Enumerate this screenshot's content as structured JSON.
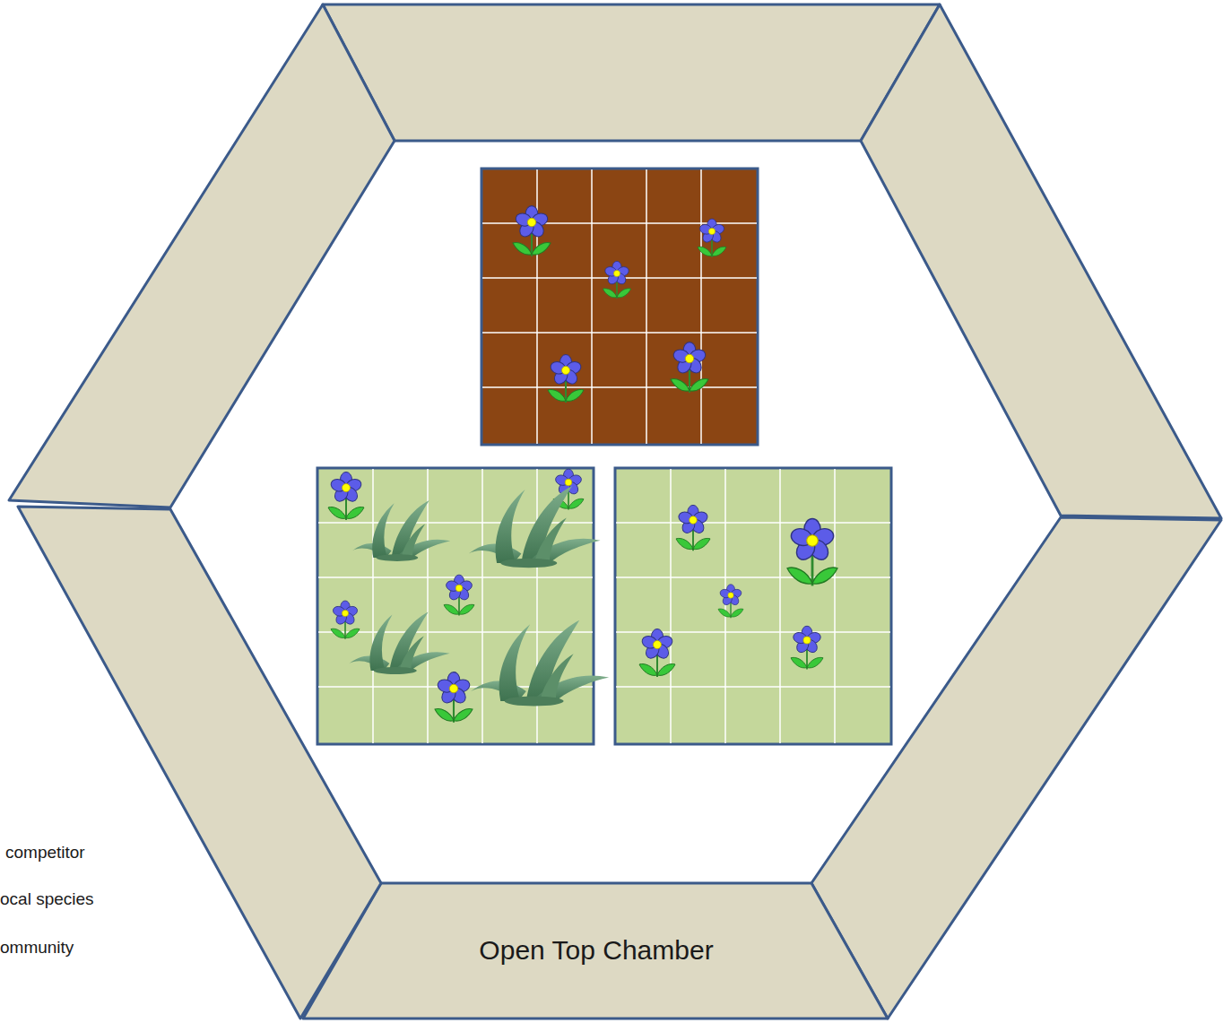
{
  "diagram": {
    "nodes": [
      {
        "text": [
          "Open Top Chamber"
        ]
      }
    ],
    "labels": [
      "competitor",
      "ocal species",
      "ommunity"
    ]
  }
}
